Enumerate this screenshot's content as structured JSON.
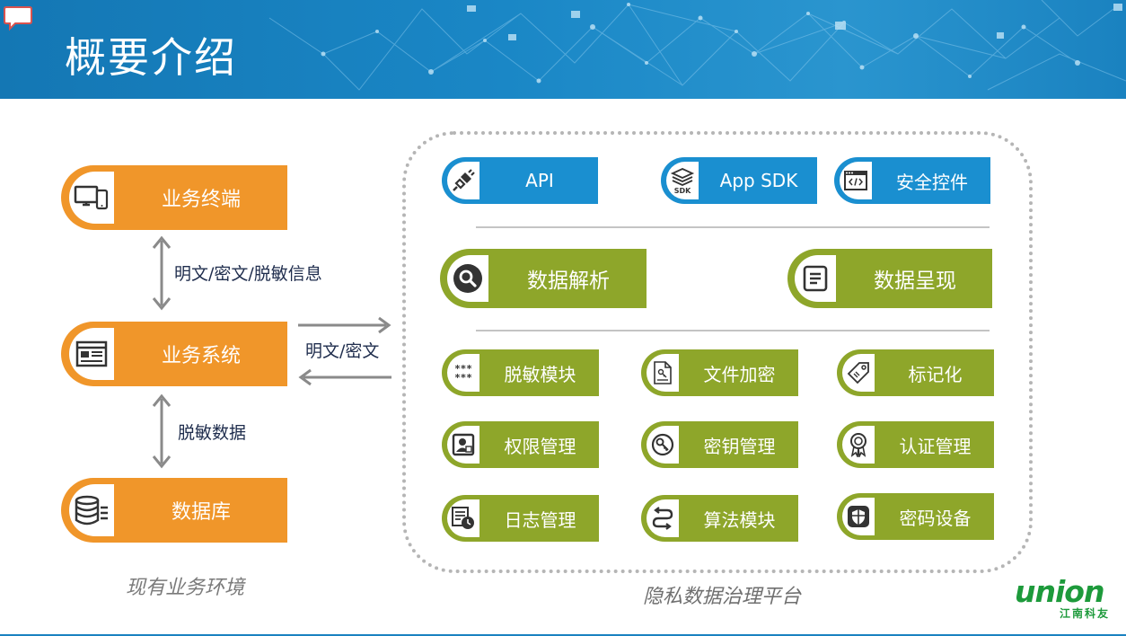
{
  "header": {
    "title": "概要介绍",
    "accent": "#1a87c6"
  },
  "left": {
    "caption": "现有业务环境",
    "terminal": {
      "label": "业务终端",
      "icon": "devices-icon"
    },
    "system": {
      "label": "业务系统",
      "icon": "window-form-icon"
    },
    "database": {
      "label": "数据库",
      "icon": "database-icon"
    },
    "flow_terminal_system": "明文/密文/脱敏信息",
    "flow_system_database": "脱敏数据",
    "flow_system_platform": "明文/密文",
    "color": "#f0962a"
  },
  "platform": {
    "caption": "隐私数据治理平台",
    "interfaces": [
      {
        "label": "API",
        "icon": "plug-icon"
      },
      {
        "label": "App SDK",
        "icon": "sdk-layers-icon"
      },
      {
        "label": "安全控件",
        "icon": "code-window-icon"
      }
    ],
    "analysis": [
      {
        "label": "数据解析",
        "icon": "magnifier-icon"
      },
      {
        "label": "数据呈现",
        "icon": "document-lines-icon"
      }
    ],
    "modules": [
      {
        "label": "脱敏模块",
        "icon": "asterisk-mask-icon"
      },
      {
        "label": "文件加密",
        "icon": "file-lock-icon"
      },
      {
        "label": "标记化",
        "icon": "tag-icon"
      },
      {
        "label": "权限管理",
        "icon": "user-badge-icon"
      },
      {
        "label": "密钥管理",
        "icon": "key-icon"
      },
      {
        "label": "认证管理",
        "icon": "certificate-icon"
      },
      {
        "label": "日志管理",
        "icon": "log-clock-icon"
      },
      {
        "label": "算法模块",
        "icon": "cycle-arrows-icon"
      },
      {
        "label": "密码设备",
        "icon": "shield-device-icon"
      }
    ],
    "colors": {
      "interface": "#1a8fd0",
      "module": "#8ea62a"
    }
  },
  "logo": {
    "word": "union",
    "sub": "江南科友"
  }
}
